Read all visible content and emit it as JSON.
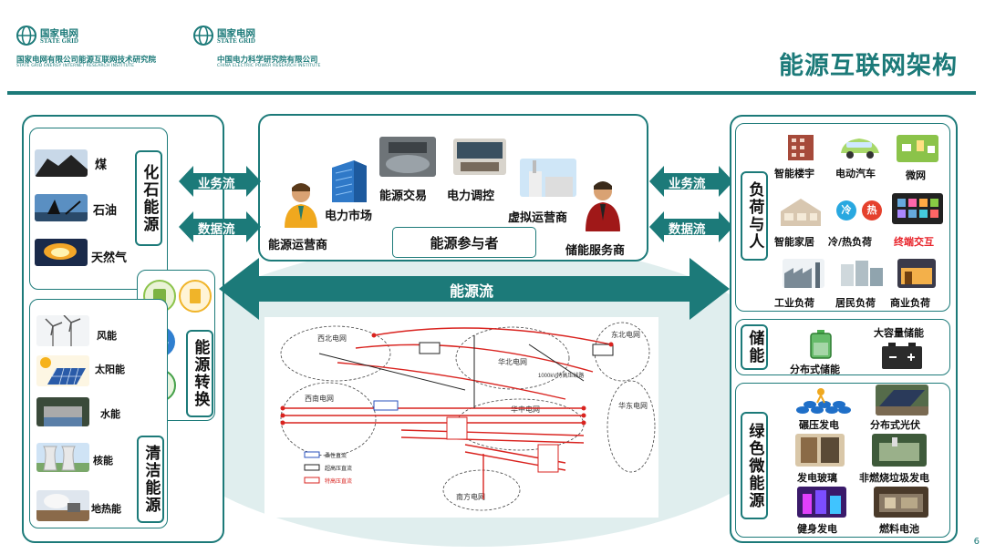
{
  "header": {
    "logo1_cn": "国家电网",
    "logo1_en": "STATE GRID",
    "logo1_institute": "国家电网有限公司能源互联网技术研究院",
    "logo1_institute_en": "STATE GRID ENERGY INTERNET RESEARCH INSTITUTE",
    "logo2_cn": "国家电网",
    "logo2_en": "STATE GRID",
    "logo2_institute": "中国电力科学研究院有限公司",
    "logo2_institute_en": "CHINA ELECTRIC POWER RESEARCH INSTITUTE",
    "title": "能源互联网架构",
    "accent_color": "#1c7a79"
  },
  "left": {
    "fossil_label": "化石能源",
    "fossil_items": [
      "煤",
      "石油",
      "天然气"
    ],
    "conversion_label": "能源转换",
    "clean_label": "清洁能源",
    "clean_items": [
      "风能",
      "太阳能",
      "水能",
      "核能",
      "地热能"
    ]
  },
  "flows": {
    "business": "业务流",
    "data": "数据流",
    "energy": "能源流"
  },
  "center": {
    "participants_label": "能源参与者",
    "operator": "能源运营商",
    "market": "电力市场",
    "trading": "能源交易",
    "dispatch": "电力调控",
    "virtual": "虚拟运营商",
    "storage_service": "储能服务商"
  },
  "map": {
    "regions": [
      "西北电网",
      "华北电网",
      "东北电网",
      "西南电网",
      "华中电网",
      "华东电网",
      "南方电网"
    ],
    "legend": [
      "柔性直流",
      "超高压直流",
      "特高压直流"
    ],
    "ac_label": "1000kV特高压线路"
  },
  "right": {
    "load_label": "负荷与人",
    "load_items": [
      "智能楼宇",
      "电动汽车",
      "微网",
      "智能家居",
      "冷/热负荷",
      "终端交互",
      "工业负荷",
      "居民负荷",
      "商业负荷"
    ],
    "cold_badge": "冷",
    "hot_badge": "热",
    "highlight_color": "#e8232a",
    "storage_label": "储能",
    "storage_items": [
      "大容量储能",
      "分布式储能"
    ],
    "green_label": "绿色微能源",
    "green_items": [
      "碾压发电",
      "分布式光伏",
      "发电玻璃",
      "非燃烧垃圾发电",
      "健身发电",
      "燃料电池"
    ]
  },
  "page_number": "6"
}
